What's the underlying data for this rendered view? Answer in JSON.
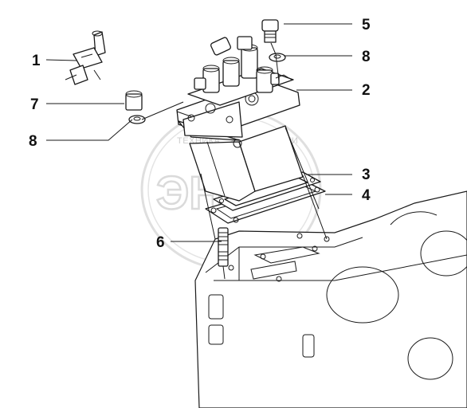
{
  "watermark": {
    "top_text": "ТЕХНИКА",
    "right_text": "ЗАПЧАСТИ",
    "logo_text": "ЭНС"
  },
  "callouts": [
    {
      "id": "1",
      "label": "1"
    },
    {
      "id": "2",
      "label": "2"
    },
    {
      "id": "3",
      "label": "3"
    },
    {
      "id": "4",
      "label": "4"
    },
    {
      "id": "5",
      "label": "5"
    },
    {
      "id": "6",
      "label": "6"
    },
    {
      "id": "7",
      "label": "7"
    },
    {
      "id": "8a",
      "label": "8"
    },
    {
      "id": "8b",
      "label": "8"
    }
  ]
}
